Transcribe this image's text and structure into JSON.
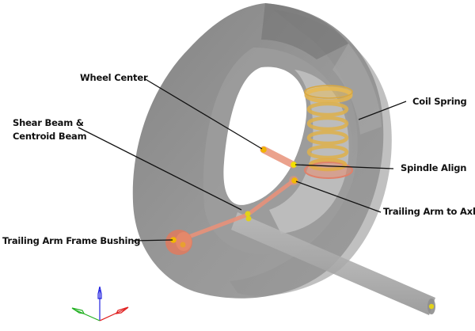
{
  "diagram": {
    "subject": "Trailing arm rear suspension with wheel and coil spring",
    "labels": {
      "wheel_center": "Wheel Center",
      "shear_beam_line1": "Shear Beam &",
      "shear_beam_line2": "Centroid Beam",
      "coil_spring": "Coil Spring",
      "spindle_align": "Spindle Align",
      "trailing_arm_to_axle": "Trailing Arm to Axle",
      "trailing_arm_frame_bushing": "Trailing Arm Frame Bushing"
    },
    "colors": {
      "tire": "#8a8a8a",
      "tire_light": "#b8b8b8",
      "spring": "#e0b04a",
      "arm": "#e8927a",
      "hardpoint": "#f2d200",
      "leader_line": "#111111",
      "triad_x": "#e02020",
      "triad_y": "#20b020",
      "triad_z": "#2020e0"
    },
    "triad": {
      "axes": [
        "x",
        "y",
        "z"
      ]
    }
  }
}
